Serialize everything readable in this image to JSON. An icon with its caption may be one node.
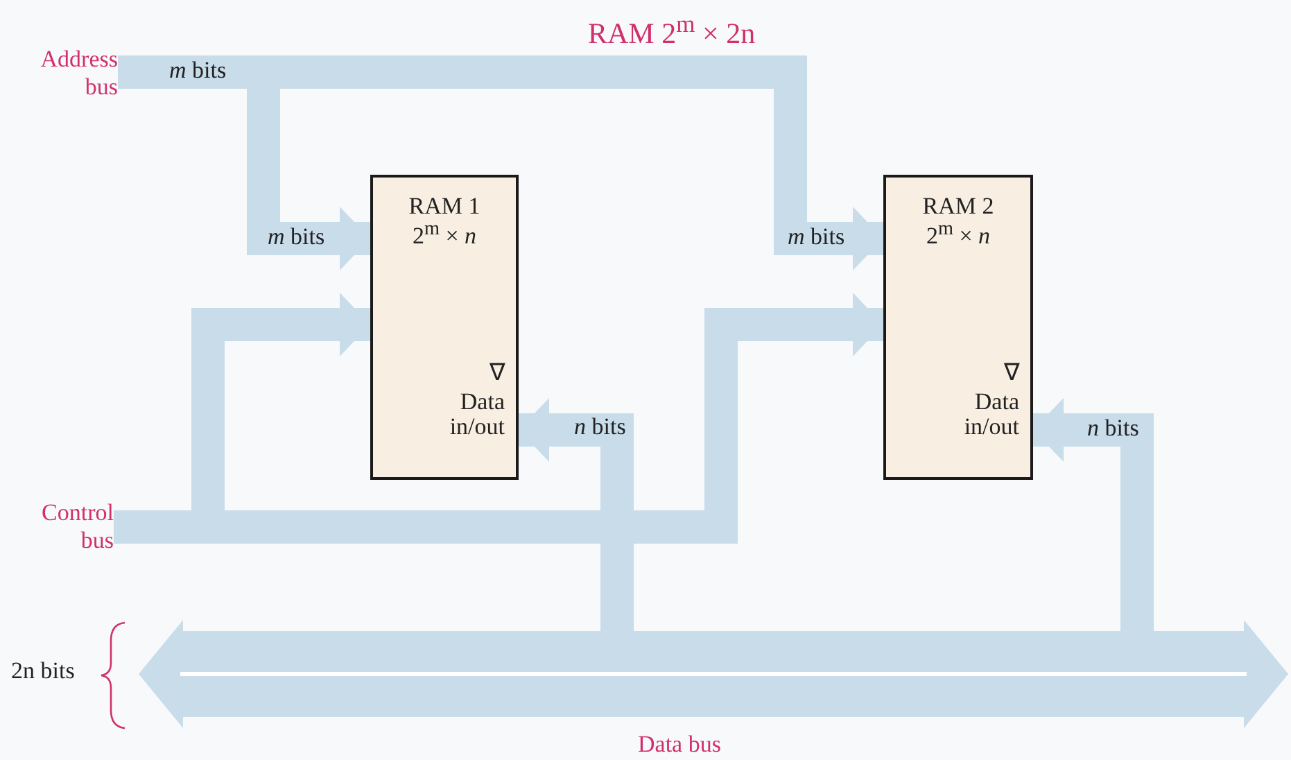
{
  "diagram": {
    "title": "RAM 2$^{m}$ × 2n",
    "nodes": [
      {
        "text": [
          "RAM 1",
          "2$^{m}$ × *n*",
          "∇",
          "Data in/out"
        ]
      },
      {
        "text": [
          "RAM 2",
          "2$^{m}$ × *n*",
          "∇",
          "Data in/out"
        ]
      },
      {
        "text": [
          "Address bus"
        ]
      },
      {
        "text": [
          "Control bus"
        ]
      },
      {
        "text": [
          "Data bus"
        ]
      }
    ],
    "edges": [
      {
        "from": 2,
        "to": 0,
        "arrow": "to",
        "label": "*m* bits"
      },
      {
        "from": 2,
        "to": 1,
        "arrow": "to",
        "label": "*m* bits"
      },
      {
        "from": 3,
        "to": 0,
        "arrow": "to"
      },
      {
        "from": 3,
        "to": 1,
        "arrow": "to"
      },
      {
        "from": 4,
        "to": 0,
        "arrow": "both",
        "label": "*n* bits"
      },
      {
        "from": 4,
        "to": 1,
        "arrow": "both",
        "label": "*n* bits"
      }
    ],
    "labels": [
      "*m* bits",
      "2n bits"
    ]
  }
}
